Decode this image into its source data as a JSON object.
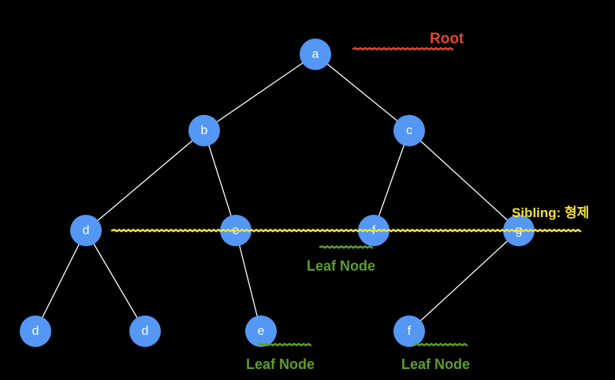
{
  "colors": {
    "background": "#000000",
    "node": "#5497f5",
    "node_text": "#ffffff",
    "edge": "#ffffff",
    "root": "#e0472a",
    "sibling": "#f3e03a",
    "leaf": "#5d9e2c"
  },
  "nodes": [
    {
      "id": "a",
      "label": "a"
    },
    {
      "id": "b",
      "label": "b"
    },
    {
      "id": "c",
      "label": "c"
    },
    {
      "id": "d1",
      "label": "d"
    },
    {
      "id": "e1",
      "label": "e"
    },
    {
      "id": "f1",
      "label": "f"
    },
    {
      "id": "g",
      "label": "g"
    },
    {
      "id": "d2",
      "label": "d"
    },
    {
      "id": "d3",
      "label": "d"
    },
    {
      "id": "e2",
      "label": "e"
    },
    {
      "id": "f2",
      "label": "f"
    }
  ],
  "edges": [
    [
      "a",
      "b"
    ],
    [
      "a",
      "c"
    ],
    [
      "b",
      "d1"
    ],
    [
      "b",
      "e1"
    ],
    [
      "c",
      "f1"
    ],
    [
      "c",
      "g"
    ],
    [
      "d1",
      "d2"
    ],
    [
      "d1",
      "d3"
    ],
    [
      "e1",
      "e2"
    ],
    [
      "g",
      "f2"
    ]
  ],
  "annotations": {
    "root": "Root",
    "sibling": "Sibling: 형제",
    "leaf_1": "Leaf Node",
    "leaf_2": "Leaf Node",
    "leaf_3": "Leaf Node"
  }
}
